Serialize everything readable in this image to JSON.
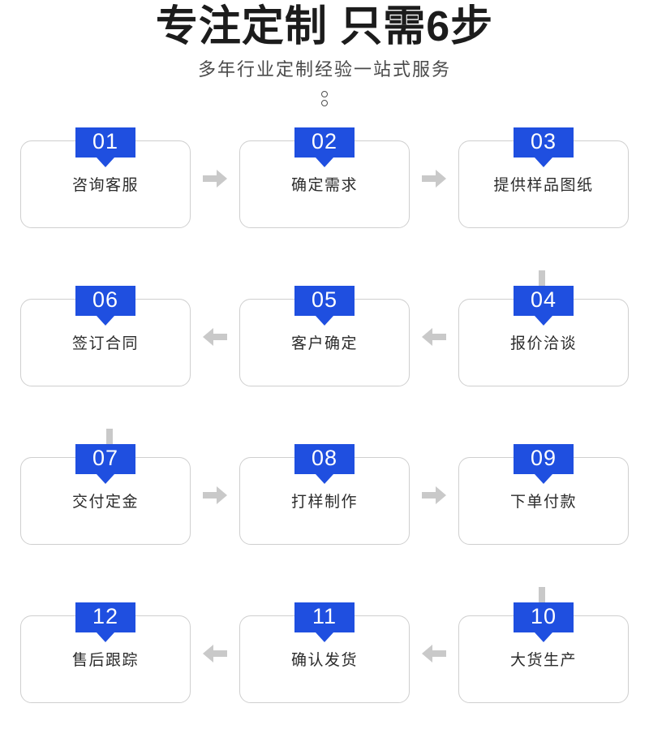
{
  "header": {
    "title": "专注定制 只需6步",
    "subtitle": "多年行业定制经验一站式服务",
    "decoration": "two-dots"
  },
  "theme": {
    "badge_color": "#1f4fe0",
    "card_border_color": "#cfcfcf",
    "arrow_color": "#c9c9c9",
    "background": "#ffffff",
    "title_color": "#1c1c1c",
    "label_color": "#2b2b2b"
  },
  "flow": {
    "rows": [
      {
        "direction": "ltr",
        "steps": [
          {
            "number": "01",
            "label": "咨询客服"
          },
          {
            "number": "02",
            "label": "确定需求"
          },
          {
            "number": "03",
            "label": "提供样品图纸"
          }
        ]
      },
      {
        "direction": "rtl",
        "steps": [
          {
            "number": "04",
            "label": "报价洽谈"
          },
          {
            "number": "05",
            "label": "客户确定"
          },
          {
            "number": "06",
            "label": "签订合同"
          }
        ]
      },
      {
        "direction": "ltr",
        "steps": [
          {
            "number": "07",
            "label": "交付定金"
          },
          {
            "number": "08",
            "label": "打样制作"
          },
          {
            "number": "09",
            "label": "下单付款"
          }
        ]
      },
      {
        "direction": "rtl",
        "steps": [
          {
            "number": "10",
            "label": "大货生产"
          },
          {
            "number": "11",
            "label": "确认发货"
          },
          {
            "number": "12",
            "label": "售后跟踪"
          }
        ]
      }
    ],
    "vertical_connectors": [
      {
        "from": "03",
        "to": "04",
        "side": "right"
      },
      {
        "from": "06",
        "to": "07",
        "side": "left"
      },
      {
        "from": "09",
        "to": "10",
        "side": "right"
      }
    ]
  }
}
